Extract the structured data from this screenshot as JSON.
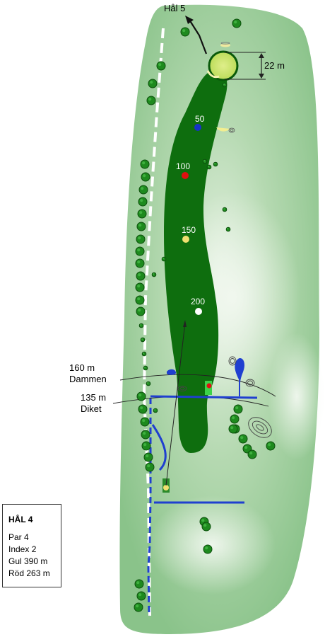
{
  "next_hole": "Hål 5",
  "green_depth": "22 m",
  "distance_markers": [
    "50",
    "100",
    "150",
    "200"
  ],
  "hazards": [
    {
      "distance": "160 m",
      "name": "Dammen"
    },
    {
      "distance": "135 m",
      "name": "Diket"
    }
  ],
  "info": {
    "title": "HÅL 4",
    "par": "Par 4",
    "index": "Index 2",
    "yellow_tee": "Gul 390 m",
    "red_tee": "Röd 263 m"
  },
  "colors": {
    "rough": "#8fc48f",
    "fairway": "#0e6e0e",
    "green": "#c6e26a",
    "water": "#1f3fd0",
    "marker_50": "#1633c8",
    "marker_100": "#e01010",
    "marker_150": "#f0e070",
    "marker_200": "#ffffff"
  }
}
